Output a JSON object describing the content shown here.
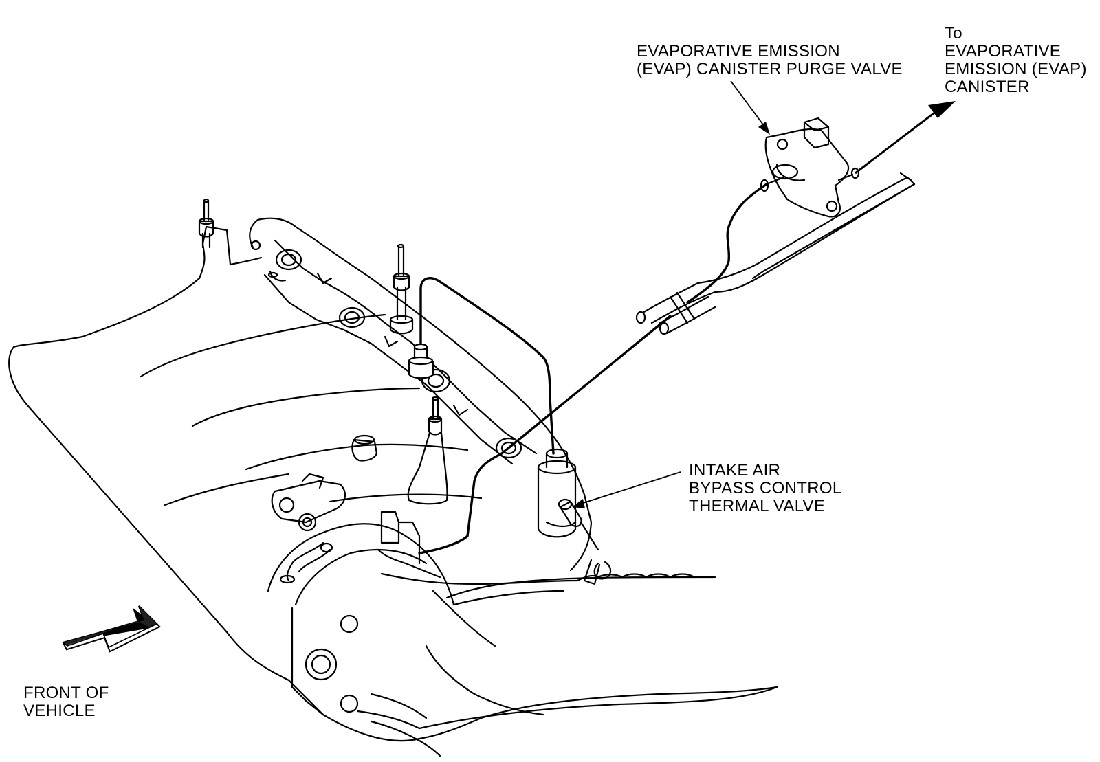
{
  "labels": {
    "purge_valve": [
      "EVAPORATIVE EMISSION",
      "(EVAP) CANISTER PURGE VALVE"
    ],
    "to_canister": [
      "To",
      "EVAPORATIVE",
      "EMISSION (EVAP)",
      "CANISTER"
    ],
    "bypass_valve": [
      "INTAKE AIR",
      "BYPASS CONTROL",
      "THERMAL VALVE"
    ],
    "front": [
      "FRONT OF",
      "VEHICLE"
    ]
  },
  "colors": {
    "ink": "#000000",
    "paper": "#ffffff",
    "arrow_face": "#1a1a1a"
  }
}
